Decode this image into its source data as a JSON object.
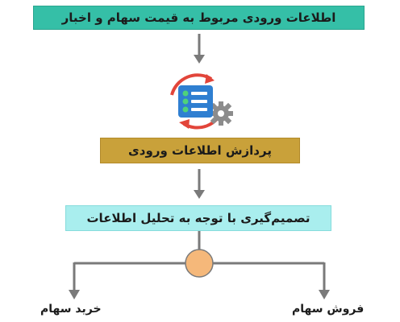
{
  "diagram": {
    "input_box": {
      "text": "اطلاعات ورودی مربوط به قیمت سهام و اخبار"
    },
    "process_box": {
      "text": "پردازش اطلاعات ورودی"
    },
    "decision_box": {
      "text": "تصمیم‌گیری با توجه به تحلیل اطلاعات"
    },
    "outcomes": {
      "buy": "خرید سهام",
      "sell": "فروش سهام"
    },
    "colors": {
      "input_box": "#35bfa7",
      "process_box": "#c9a13a",
      "decision_box": "#a9eeee",
      "arrow": "#7a7a7a",
      "node": "#f5b87a",
      "icon_red": "#e2453a",
      "icon_blue": "#2f7fd1",
      "icon_green": "#4fd27a",
      "icon_gear": "#8c8c8c"
    },
    "icons": [
      "data-processing-icon",
      "refresh-cycle-icon",
      "gear-icon"
    ]
  }
}
